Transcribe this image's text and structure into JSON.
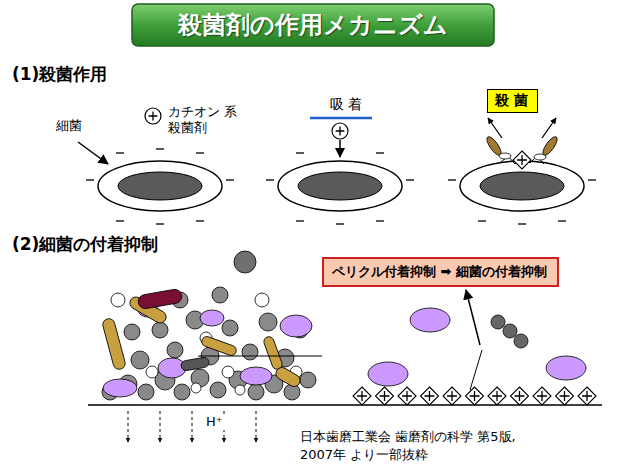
{
  "diagram": {
    "title": "殺菌剤の作用メカニズム",
    "caption": "日本歯磨工業会 歯磨剤の科学 第5版, 2007年 より一部抜粋",
    "nodes": [
      {
        "text": [
          "殺 菌"
        ]
      },
      {
        "text": [
          "ペリクル付着抑制 ➡ 細菌の付着抑制"
        ]
      }
    ],
    "labels": [
      "(1)殺菌作用",
      "細菌",
      "カチオン 系殺菌剤",
      "吸 着",
      "(2)細菌の付着抑制",
      "H⁺"
    ]
  }
}
